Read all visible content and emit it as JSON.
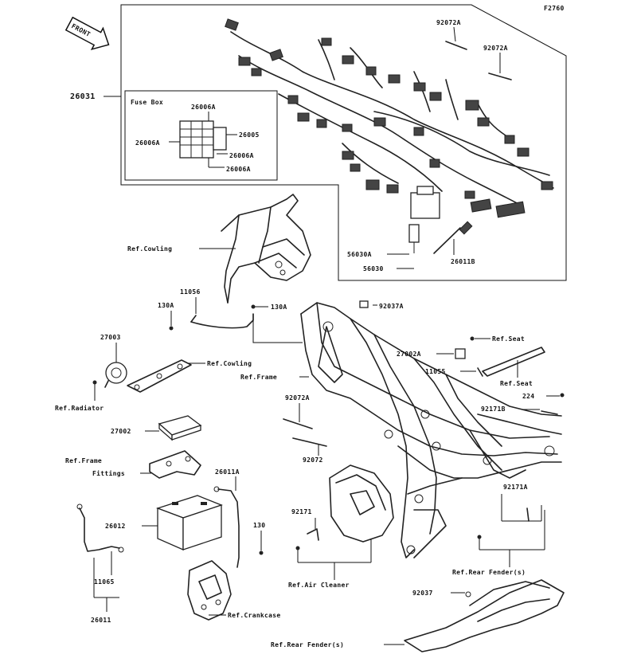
{
  "figure_code": "F2760",
  "front_label": "FRONT",
  "fuse_box": {
    "title": "Fuse Box",
    "part_top": "26006A",
    "part_left": "26006A",
    "part_right_1": "26005",
    "part_right_2": "26006A",
    "part_bottom": "26006A"
  },
  "parts": {
    "p26031": "26031",
    "p92072A_1": "92072A",
    "p92072A_2": "92072A",
    "p56030A": "56030A",
    "p56030": "56030",
    "p26011B": "26011B",
    "p11056": "11056",
    "p130A_1": "130A",
    "p130A_2": "130A",
    "p92037A": "92037A",
    "p27003": "27003",
    "p27002A": "27002A",
    "p11055": "11055",
    "p92072A_3": "92072A",
    "p92072": "92072",
    "p224": "224",
    "p92171B": "92171B",
    "p27002": "27002",
    "p26011A": "26011A",
    "p92171A": "92171A",
    "p92171": "92171",
    "p26012": "26012",
    "p130": "130",
    "p11065": "11065",
    "p26011": "26011",
    "p92037": "92037"
  },
  "refs": {
    "cowling_1": "Ref.Cowling",
    "cowling_2": "Ref.Cowling",
    "frame": "Ref.Frame",
    "radiator": "Ref.Radiator",
    "seat_1": "Ref.Seat",
    "seat_2": "Ref.Seat",
    "frame_fittings_1": "Ref.Frame",
    "frame_fittings_2": "Fittings",
    "air_cleaner": "Ref.Air Cleaner",
    "rear_fender_1": "Ref.Rear Fender(s)",
    "rear_fender_2": "Ref.Rear Fender(s)",
    "crankcase": "Ref.Crankcase"
  }
}
